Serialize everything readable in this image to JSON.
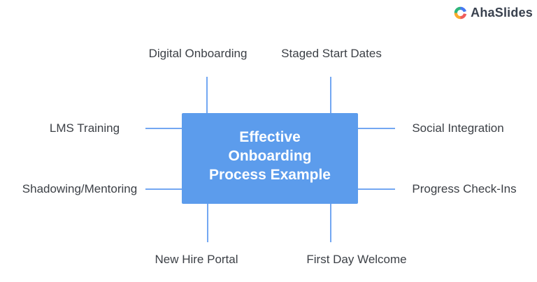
{
  "brand": {
    "name": "AhaSlides",
    "text_color": "#39414E",
    "icon_colors": {
      "green": "#2EB57C",
      "blue": "#4679F2",
      "red": "#EF5C5C",
      "yellow": "#FCAA2B"
    }
  },
  "diagram": {
    "accent_color": "#5C9CEC",
    "connector_color": "#73A7F2",
    "label_color": "#3C4046",
    "center_box": {
      "line1": "Effective",
      "line2": "Onboarding",
      "line3": "Process Example"
    },
    "branches": {
      "top_left": "Digital Onboarding",
      "top_right": "Staged Start Dates",
      "left_upper": "LMS Training",
      "left_lower": "Shadowing/Mentoring",
      "right_upper": "Social Integration",
      "right_lower": "Progress Check-Ins",
      "bottom_left": "New Hire Portal",
      "bottom_right": "First Day Welcome"
    }
  }
}
